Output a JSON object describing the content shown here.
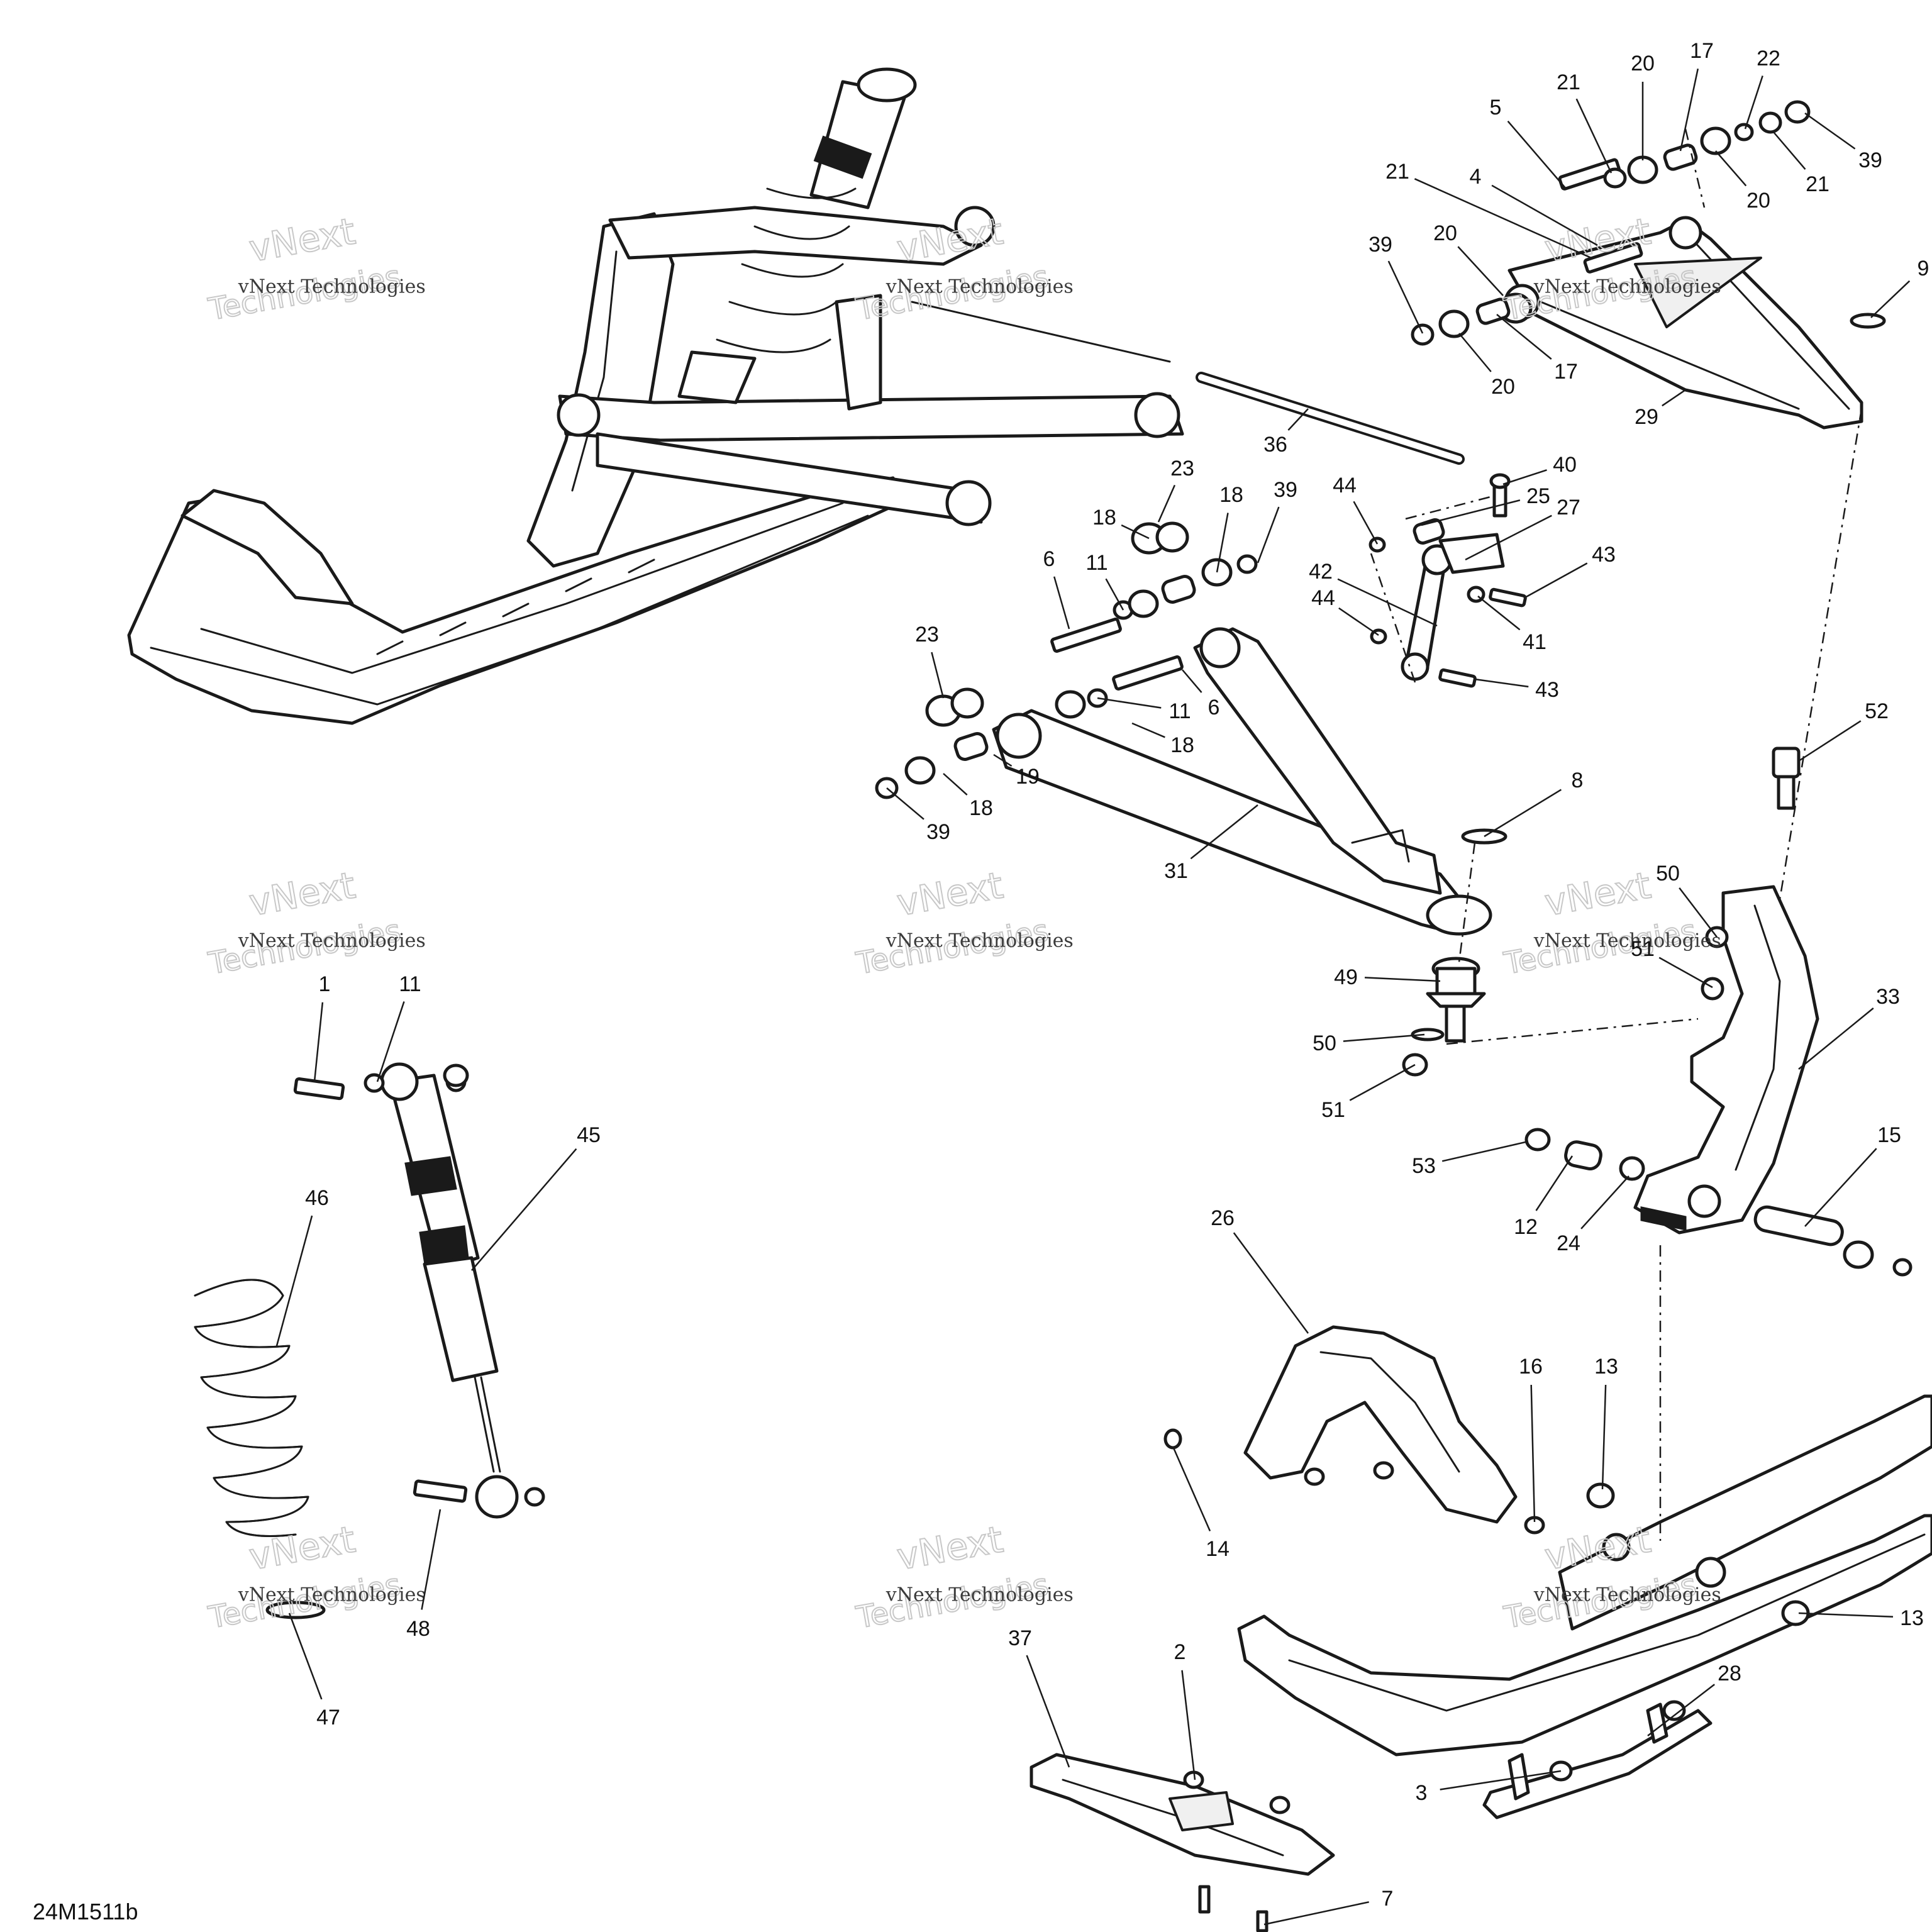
{
  "diagram": {
    "reference_code": "24M1511b",
    "watermark": {
      "line1": "vNext Technologies",
      "line2": "vNext",
      "line3": "Technologies"
    },
    "callouts": [
      "1",
      "2",
      "3",
      "4",
      "5",
      "6",
      "6",
      "7",
      "8",
      "9",
      "11",
      "11",
      "11",
      "12",
      "13",
      "13",
      "14",
      "15",
      "16",
      "17",
      "17",
      "18",
      "18",
      "18",
      "18",
      "19",
      "20",
      "20",
      "20",
      "20",
      "21",
      "21",
      "21",
      "22",
      "23",
      "23",
      "24",
      "25",
      "26",
      "27",
      "28",
      "29",
      "31",
      "33",
      "36",
      "37",
      "39",
      "39",
      "39",
      "39",
      "40",
      "41",
      "42",
      "43",
      "43",
      "44",
      "44",
      "45",
      "46",
      "47",
      "48",
      "49",
      "50",
      "50",
      "51",
      "51",
      "52",
      "53"
    ]
  }
}
